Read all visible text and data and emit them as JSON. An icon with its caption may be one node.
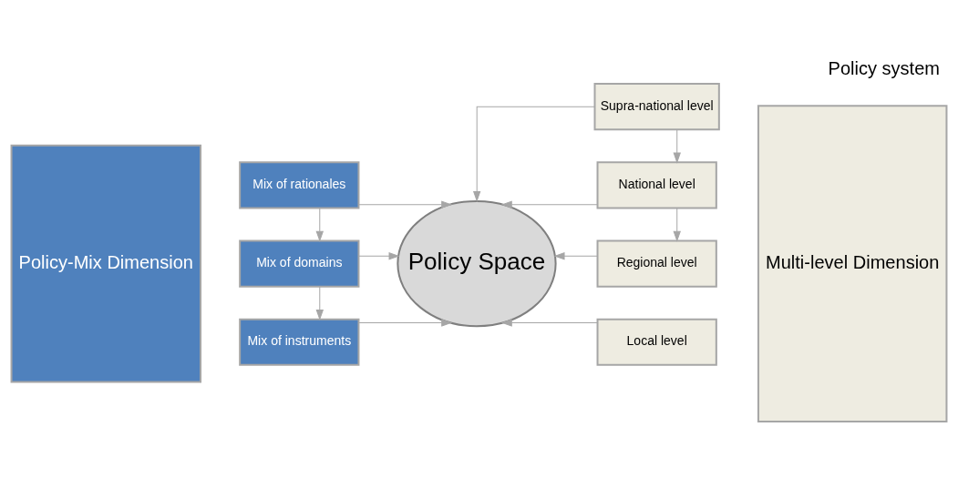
{
  "diagram": {
    "title": "Policy system",
    "nodes": [
      {
        "text": [
          "Policy-Mix Dimension"
        ]
      },
      {
        "text": [
          "Mix of rationales"
        ]
      },
      {
        "text": [
          "Mix of domains"
        ]
      },
      {
        "text": [
          "Mix of instruments"
        ]
      },
      {
        "text": [
          "Policy Space"
        ]
      },
      {
        "text": [
          "Supra-national level"
        ]
      },
      {
        "text": [
          "National level"
        ]
      },
      {
        "text": [
          "Regional level"
        ]
      },
      {
        "text": [
          "Local level"
        ]
      },
      {
        "text": [
          "Multi-level Dimension"
        ]
      }
    ],
    "edges": [
      {
        "from": 1,
        "to": 2,
        "arrow": "to"
      },
      {
        "from": 2,
        "to": 3,
        "arrow": "to"
      },
      {
        "from": 1,
        "to": 4,
        "arrow": "to"
      },
      {
        "from": 2,
        "to": 4,
        "arrow": "to"
      },
      {
        "from": 3,
        "to": 4,
        "arrow": "to"
      },
      {
        "from": 5,
        "to": 6,
        "arrow": "to"
      },
      {
        "from": 6,
        "to": 7,
        "arrow": "to"
      },
      {
        "from": 5,
        "to": 4,
        "arrow": "to"
      },
      {
        "from": 6,
        "to": 4,
        "arrow": "to"
      },
      {
        "from": 7,
        "to": 4,
        "arrow": "to"
      },
      {
        "from": 8,
        "to": 4,
        "arrow": "to"
      }
    ]
  }
}
